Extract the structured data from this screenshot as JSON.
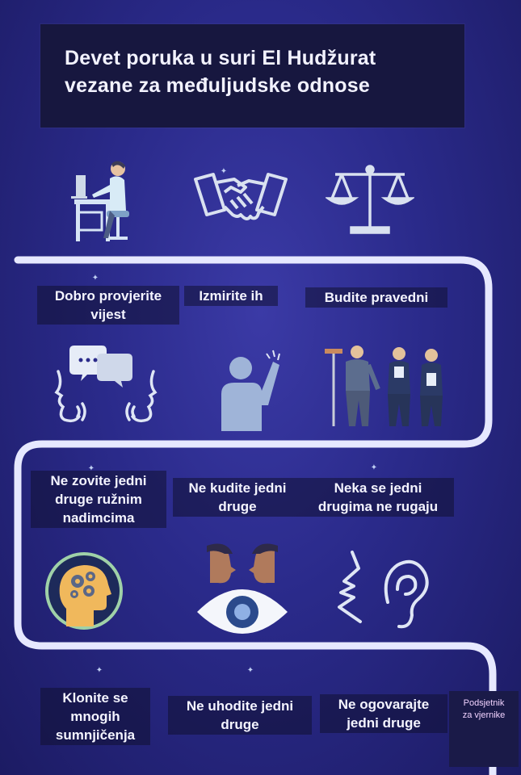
{
  "title": {
    "line1": "Devet poruka u suri El Hudžurat",
    "line2": "vezane za međuljudske odnose"
  },
  "messages": [
    {
      "lines": [
        "Dobro provjerite",
        "vijest"
      ],
      "icon": "person-at-computer-icon"
    },
    {
      "lines": [
        "Izmirite ih"
      ],
      "icon": "handshake-icon"
    },
    {
      "lines": [
        "Budite pravedni"
      ],
      "icon": "scales-icon"
    },
    {
      "lines": [
        "Ne zovite jedni",
        "druge ružnim",
        "nadimcima"
      ],
      "icon": "speech-bubbles-faces-icon"
    },
    {
      "lines": [
        "Ne kudite jedni",
        "druge"
      ],
      "icon": "person-pointing-icon"
    },
    {
      "lines": [
        "Neka se jedni",
        "drugima ne rugaju"
      ],
      "icon": "workers-group-icon"
    },
    {
      "lines": [
        "Klonite se",
        "mnogih",
        "sumnjičenja"
      ],
      "icon": "head-with-gears-icon"
    },
    {
      "lines": [
        "Ne uhodite jedni",
        "druge"
      ],
      "icon": "eye-with-faces-icon"
    },
    {
      "lines": [
        "Ne ogovarajte",
        "jedni druge"
      ],
      "icon": "mouth-and-ear-icon"
    }
  ],
  "footer": {
    "line1": "Podsjetnik",
    "line2": "za vjernike"
  },
  "colors": {
    "background": "#2a2a8a",
    "path": "#e6e8ff",
    "title_box": "#17173f"
  }
}
